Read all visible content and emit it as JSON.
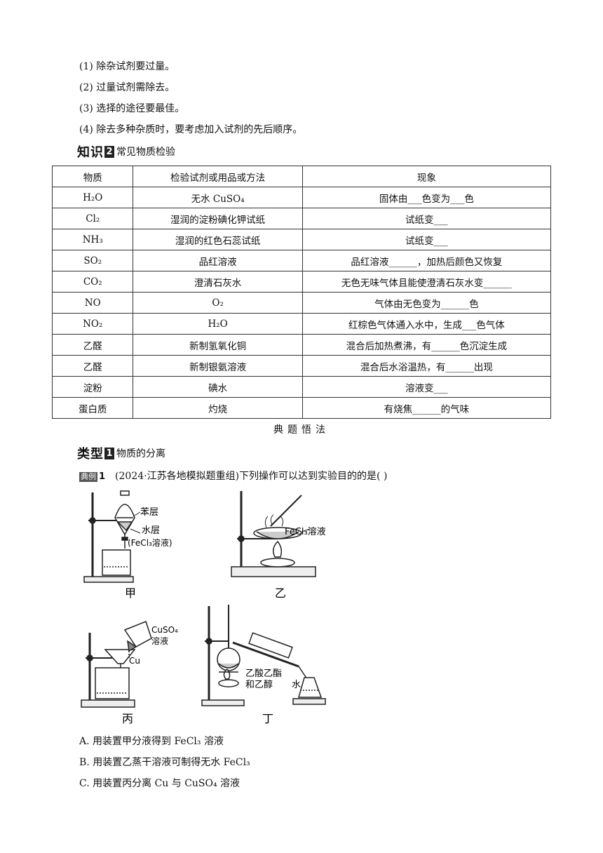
{
  "rules": [
    "(1)  除杂试剂要过量。",
    "(2)  过量试剂需除去。",
    "(3)  选择的途径要最佳。",
    "(4)  除去多种杂质时，要考虑加入试剂的先后顺序。"
  ],
  "knowledge": {
    "label": "知识",
    "number": "2",
    "title": "常见物质检验"
  },
  "table": {
    "headers": [
      "物质",
      "检验试剂或用品或方法",
      "现象"
    ],
    "rows": [
      [
        "H₂O",
        "无水 CuSO₄",
        "固体由___色变为___色"
      ],
      [
        "Cl₂",
        "湿润的淀粉碘化钾试纸",
        "试纸变___"
      ],
      [
        "NH₃",
        "湿润的红色石蕊试纸",
        "试纸变___"
      ],
      [
        "SO₂",
        "品红溶液",
        "品红溶液______，加热后颜色又恢复"
      ],
      [
        "CO₂",
        "澄清石灰水",
        "无色无味气体且能使澄清石灰水变______"
      ],
      [
        "NO",
        "O₂",
        "气体由无色变为______色"
      ],
      [
        "NO₂",
        "H₂O",
        "红棕色气体通入水中，生成___色气体"
      ],
      [
        "乙醛",
        "新制氢氧化铜",
        "混合后加热煮沸，有______色沉淀生成"
      ],
      [
        "乙醛",
        "新制银氨溶液",
        "混合后水浴温热，有______出现"
      ],
      [
        "淀粉",
        "碘水",
        "溶液变___"
      ],
      [
        "蛋白质",
        "灼烧",
        "有烧焦______的气味"
      ]
    ]
  },
  "section_label": "典题悟法",
  "type_heading": {
    "label": "类型",
    "number": "1",
    "title": "物质的分离"
  },
  "example": {
    "tag": "典例",
    "number": "1",
    "text": "(2024·江苏各地模拟题重组)下列操作可以达到实验目的的是(        )"
  },
  "figures": {
    "jia": {
      "caption": "甲",
      "labels": [
        "苯层",
        "水层",
        "(FeCl₃溶液)"
      ]
    },
    "yi": {
      "caption": "乙",
      "labels": [
        "FeCl₃溶液"
      ]
    },
    "bing": {
      "caption": "丙",
      "labels": [
        "CuSO₄",
        "溶液",
        "Cu"
      ]
    },
    "ding": {
      "caption": "丁",
      "labels": [
        "乙酸乙酯",
        "和乙醇",
        "水"
      ]
    }
  },
  "options": [
    "A.  用装置甲分液得到 FeCl₃ 溶液",
    "B.  用装置乙蒸干溶液可制得无水 FeCl₃",
    "C.  用装置丙分离 Cu 与 CuSO₄ 溶液"
  ]
}
